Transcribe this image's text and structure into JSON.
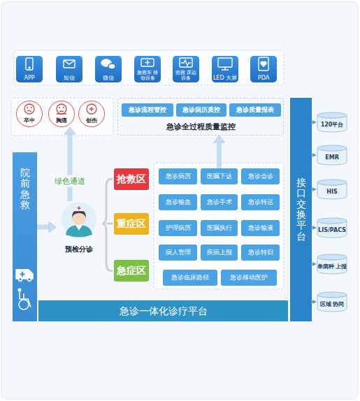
{
  "diagram": {
    "nodes": [
      {
        "text": [
          "APP"
        ]
      },
      {
        "text": [
          "短信"
        ]
      },
      {
        "text": [
          "微信"
        ]
      },
      {
        "text": [
          "急救车 移动设备"
        ]
      },
      {
        "text": [
          "抢救 床边设备"
        ]
      },
      {
        "text": [
          "LED 大屏"
        ]
      },
      {
        "text": [
          "PDA"
        ]
      },
      {
        "text": [
          "卒中"
        ]
      },
      {
        "text": [
          "胸痛"
        ]
      },
      {
        "text": [
          "创伤"
        ]
      },
      {
        "text": [
          "急诊全过程质量监控"
        ]
      },
      {
        "text": [
          "急诊流程管控"
        ],
        "in": 10
      },
      {
        "text": [
          "急诊病历质控"
        ],
        "in": 10
      },
      {
        "text": [
          "急诊质量报表"
        ],
        "in": 10
      },
      {
        "text": [
          "院前急救"
        ]
      },
      {
        "text": [
          "接口交换平台"
        ]
      },
      {
        "text": [
          "120平台"
        ]
      },
      {
        "text": [
          "EMR"
        ]
      },
      {
        "text": [
          "HIS"
        ]
      },
      {
        "text": [
          "LIS/PACS"
        ]
      },
      {
        "text": [
          "单病种 上报"
        ]
      },
      {
        "text": [
          "区域 协同"
        ]
      },
      {
        "text": [
          "预检分诊"
        ]
      },
      {
        "text": [
          "抢救区"
        ]
      },
      {
        "text": [
          "重症区"
        ]
      },
      {
        "text": [
          "急症区"
        ]
      },
      {
        "text": [
          "急诊病历"
        ]
      },
      {
        "text": [
          "医嘱下达"
        ]
      },
      {
        "text": [
          "急诊会诊"
        ]
      },
      {
        "text": [
          "急诊输血"
        ]
      },
      {
        "text": [
          "急诊手术"
        ]
      },
      {
        "text": [
          "急诊转运"
        ]
      },
      {
        "text": [
          "护理病历"
        ]
      },
      {
        "text": [
          "医嘱执行"
        ]
      },
      {
        "text": [
          "急诊输液"
        ]
      },
      {
        "text": [
          "病人管理"
        ]
      },
      {
        "text": [
          "疾病上报"
        ]
      },
      {
        "text": [
          "急诊转归"
        ]
      },
      {
        "text": [
          "急诊临床路径"
        ]
      },
      {
        "text": [
          "急诊移动医护"
        ]
      },
      {
        "text": [
          "急诊一体化诊疗平台"
        ]
      }
    ],
    "edges": [
      {
        "from": 14,
        "to": 22,
        "arrow": "to"
      },
      {
        "from": 22,
        "to": 8,
        "label": "绿色通道",
        "arrow": "to"
      },
      {
        "from": 27,
        "to": 10,
        "arrow": "to"
      },
      {
        "from": 15,
        "to": 16,
        "arrow": "to"
      },
      {
        "from": 15,
        "to": 17,
        "arrow": "to"
      },
      {
        "from": 15,
        "to": 18,
        "arrow": "to"
      },
      {
        "from": 15,
        "to": 19,
        "arrow": "to"
      },
      {
        "from": 15,
        "to": 20,
        "arrow": "to"
      },
      {
        "from": 15,
        "to": 21,
        "arrow": "to"
      }
    ]
  }
}
